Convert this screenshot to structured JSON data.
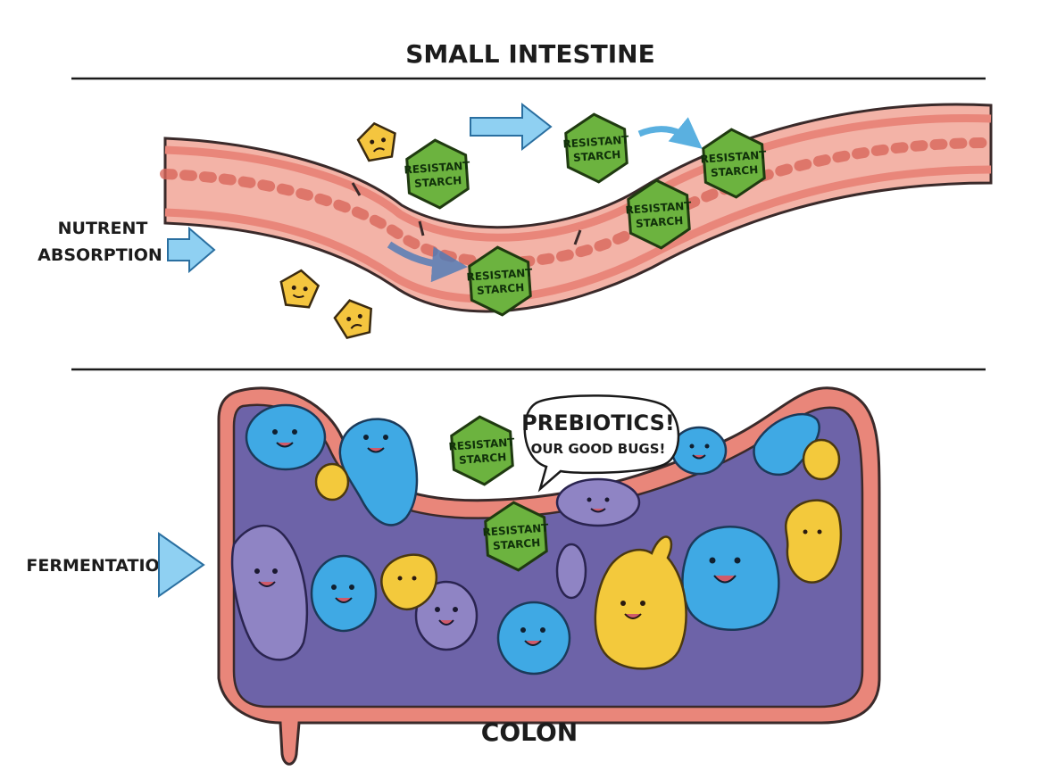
{
  "labels": {
    "small_intestine": "SMALL INTESTINE",
    "nutrient_line1": "NUTRENT",
    "nutrient_line2": "ABSORPTION",
    "fermentation": "FERMENTATION",
    "colon": "COLON"
  },
  "speech_bubble": {
    "line1": "PREBIOTICS!",
    "line2": "OUR GOOD BUGS!"
  },
  "starch": {
    "line1": "RESISTANT",
    "line2": "STARCH"
  },
  "colors": {
    "intestine_wall": "#e9867a",
    "intestine_inner": "#f3b3a7",
    "villi": "#d8665b",
    "colon_fill": "#6d63a8",
    "starch_green": "#6cb33f",
    "arrow_blue": "#5ab0e0",
    "glucose_yellow": "#f4c53f",
    "bacteria_blue": "#3fa9e4",
    "bacteria_purple": "#8f84c4",
    "bacteria_yellow": "#f3c93c"
  }
}
